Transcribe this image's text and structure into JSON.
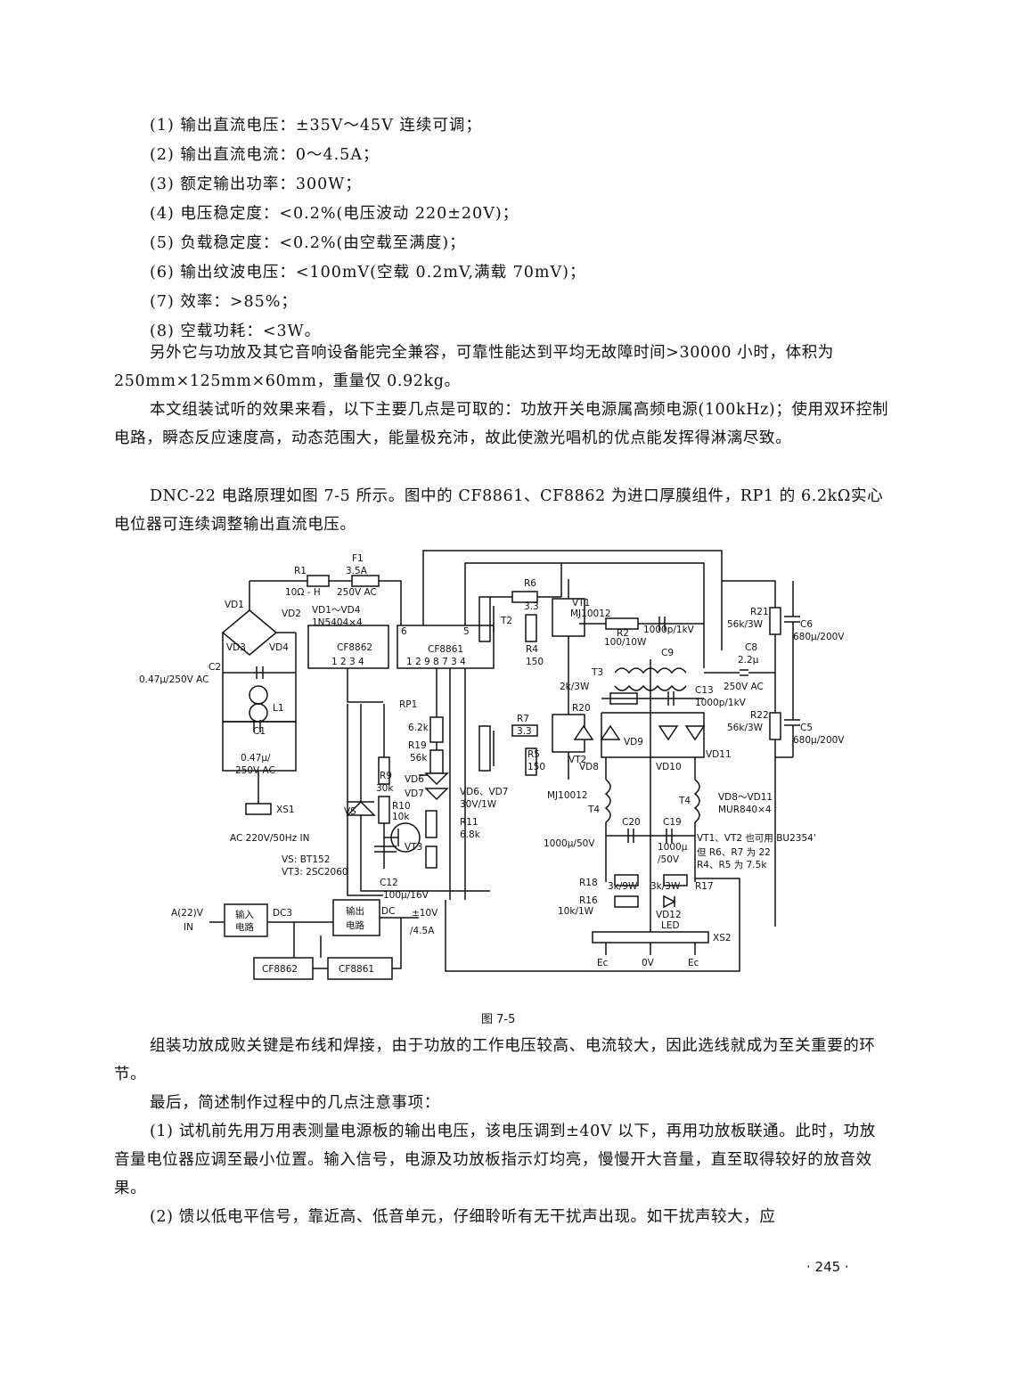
{
  "specs": [
    "(1) 输出直流电压：±35V～45V 连续可调；",
    "(2) 输出直流电流：0～4.5A；",
    "(3) 额定输出功率：300W；",
    "(4) 电压稳定度：<0.2%(电压波动 220±20V)；",
    "(5) 负载稳定度：<0.2%(由空载至满度)；",
    "(6) 输出纹波电压：<100mV(空载 0.2mV,满载 70mV)；",
    "(7) 效率：>85%；",
    "(8) 空载功耗：<3W。"
  ],
  "paragraphs": {
    "compat": "另外它与功放及其它音响设备能完全兼容，可靠性能达到平均无故障时间>30000 小时，体积为 250mm×125mm×60mm，重量仅 0.92kg。",
    "effect": "本文组装试听的效果来看，以下主要几点是可取的：功放开关电源属高频电源(100kHz)；使用双环控制电路，瞬态反应速度高，动态范围大，能量极充沛，故此使激光唱机的优点能发挥得淋漓尽致。",
    "circuit": "DNC-22 电路原理如图 7-5 所示。图中的 CF8861、CF8862 为进口厚膜组件，RP1 的 6.2kΩ实心电位器可连续调整输出直流电压。",
    "assembly": "组装功放成败关键是布线和焊接，由于功放的工作电压较高、电流较大，因此选线就成为至关重要的环节。",
    "finally": "最后，简述制作过程中的几点注意事项：",
    "note1": "(1) 试机前先用万用表测量电源板的输出电压，该电压调到±40V 以下，再用功放板联通。此时，功放音量电位器应调至最小位置。输入信号，电源及功放板指示灯均亮，慢慢开大音量，直至取得较好的放音效果。",
    "note2": "(2) 馈以低电平信号，靠近高、低音单元，仔细聆听有无干扰声出现。如干扰声较大，应"
  },
  "diagram": {
    "labels": {
      "r1": "R1",
      "r1_val": "10Ω - H",
      "f1": "F1",
      "f1_val": "3.5A",
      "f1_rating": "250V AC",
      "vd1": "VD1",
      "vd2": "VD2",
      "vd3": "VD3",
      "vd4": "VD4",
      "vd_note1": "VD1～VD4",
      "vd_note2": "1N5404×4",
      "c2": "C2",
      "c2_val": "0.47μ/250V AC",
      "l1": "L1",
      "c1": "C1",
      "c1_val1": "0.47μ/",
      "c1_val2": "250V AC",
      "xs1": "XS1",
      "ac_in": "AC 220V/50Hz IN",
      "cf8862": "CF8862",
      "cf8862_pins": "1 2 3 4",
      "cf8861": "CF8861",
      "cf8861_pins": "1 2 9 8 7 3 4",
      "pin6": "6",
      "pin5": "5",
      "rp1": "RP1",
      "rp1_val": "6.2k",
      "r19": "R19",
      "r19_val": "56k",
      "r9": "R9",
      "r9_val": "30k",
      "r10": "R10",
      "r10_val": "10k",
      "vd6": "VD6",
      "vd7": "VD7",
      "vd67_note": "VD6、VD7",
      "vd67_val": "30V/1W",
      "r11": "R11",
      "r11_val": "6.8k",
      "vs": "VS",
      "vt3": "VT3",
      "vs_note": "VS: BT152",
      "vt3_note": "VT3: 2SC2060",
      "c12": "C12",
      "c12_val": "100μ/16V",
      "t2": "T2",
      "r6": "R6",
      "r6_val": "3.3",
      "r4": "R4",
      "r4_val": "150",
      "vt1": "VT1",
      "vt1_val": "MJ10012",
      "r7": "R7",
      "r7_val": "3.3",
      "r5": "R5",
      "r5_val": "150",
      "vt2": "VT2",
      "vt2_val": "MJ10012",
      "r2": "R2",
      "r2_val": "100/10W",
      "c9": "C9",
      "c9_val": "1000p/1kV",
      "t3": "T3",
      "r20": "R20",
      "r20_val": "2k/3W",
      "c13": "C13",
      "c13_val": "1000p/1kV",
      "vd8": "VD8",
      "vd9": "VD9",
      "vd10": "VD10",
      "vd11": "VD11",
      "vd_note3": "VD8～VD11",
      "vd_note4": "MUR840×4",
      "r21": "R21",
      "r21_val": "56k/3W",
      "c6": "C6",
      "c6_val": "680μ/200V",
      "c8": "C8",
      "c8_val1": "2.2μ",
      "c8_val2": "250V AC",
      "r22": "R22",
      "r22_val": "56k/3W",
      "c5": "C5",
      "c5_val": "680μ/200V",
      "t4a": "T4",
      "t4b": "T4",
      "c20": "C20",
      "c20_val": "1000μ/50V",
      "c19": "C19",
      "c19_val1": "1000μ",
      "c19_val2": "/50V",
      "vt_note1": "VT1、VT2 也可用 BU2354'",
      "vt_note2": "但 R6、R7 为 22",
      "vt_note3": "R4、R5 为 7.5k",
      "r18": "R18",
      "r18_val": "3k/9W",
      "r17": "R17",
      "r17_val": "3k/3W",
      "r16": "R16",
      "r16_val": "10k/1W",
      "vd12": "VD12",
      "led": "LED",
      "xs2": "XS2",
      "ec_plus": "Ec",
      "zero_v": "0V",
      "ec_minus": "Ec",
      "block_in": "A(22)V",
      "block_in2": "IN",
      "block_input1": "输入",
      "block_input2": "电路",
      "dc3": "DC3",
      "block_out1": "输出",
      "block_out2": "电路",
      "dc": "DC",
      "out_v": "±10V",
      "out_a": "/4.5A",
      "block_cf8862": "CF8862",
      "block_cf8861": "CF8861"
    }
  },
  "caption": "图 7-5",
  "page_number": "· 245 ·"
}
